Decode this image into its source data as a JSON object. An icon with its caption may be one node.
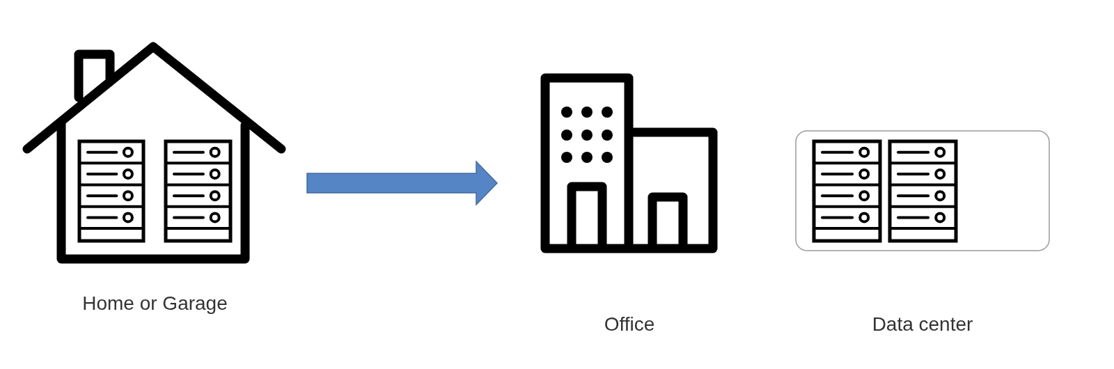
{
  "diagram": {
    "nodes": [
      {
        "text": [
          "Home or Garage"
        ]
      },
      {
        "text": [
          "Office"
        ]
      },
      {
        "text": [
          "Data center"
        ]
      }
    ],
    "edges": [
      {
        "from": 0,
        "to": 1,
        "arrow": "to",
        "style": "thick"
      }
    ]
  }
}
